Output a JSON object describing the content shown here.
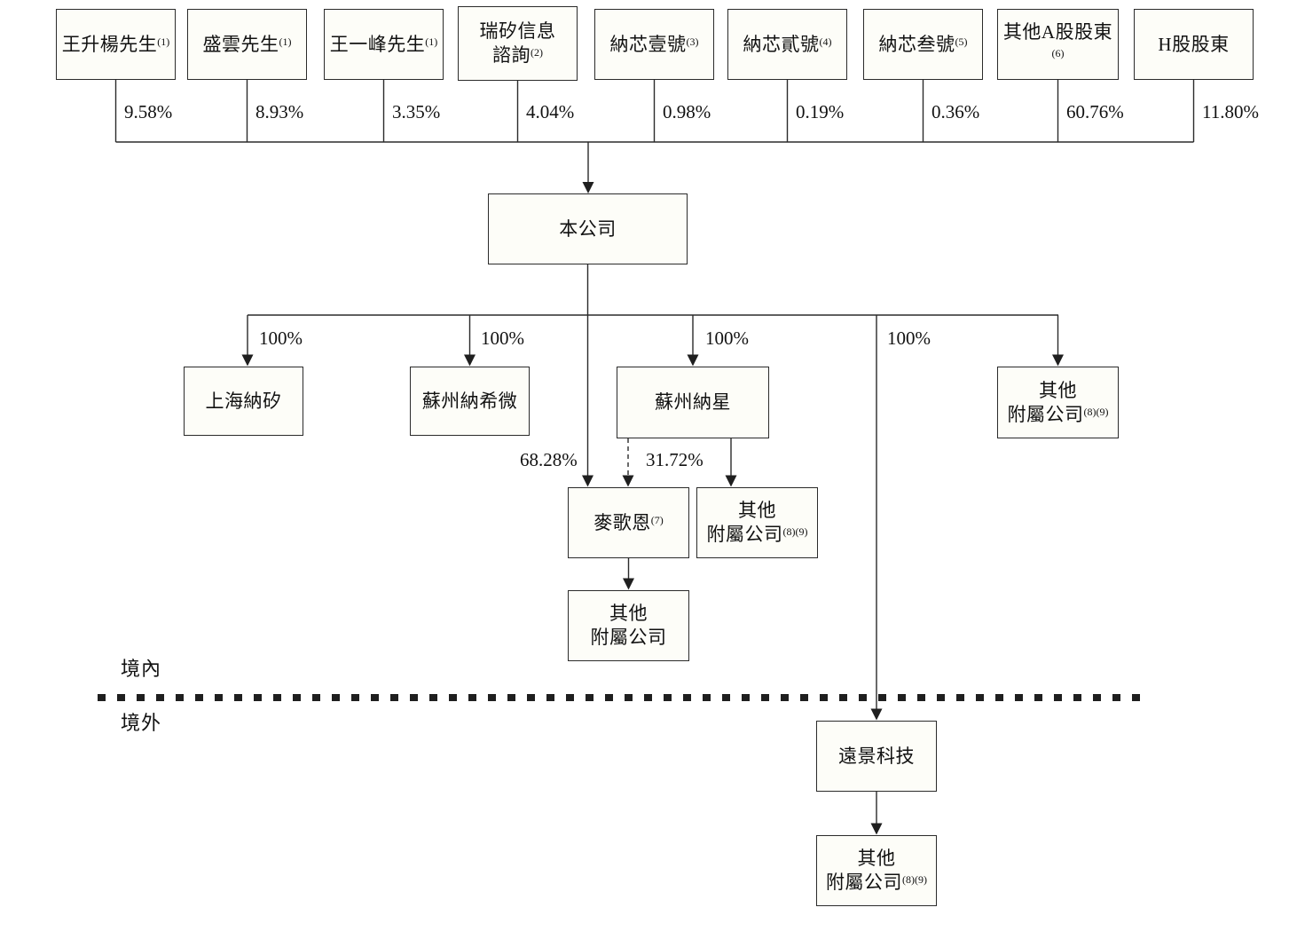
{
  "shareholders": [
    {
      "name": "王升楊先生",
      "sup": "(1)",
      "pct": "9.58%"
    },
    {
      "name": "盛雲先生",
      "sup": "(1)",
      "pct": "8.93%"
    },
    {
      "name": "王一峰先生",
      "sup": "(1)",
      "pct": "3.35%"
    },
    {
      "line1": "瑞矽信息",
      "line2": "諮詢",
      "sup": "(2)",
      "pct": "4.04%"
    },
    {
      "name": "納芯壹號",
      "sup": "(3)",
      "pct": "0.98%"
    },
    {
      "name": "納芯貳號",
      "sup": "(4)",
      "pct": "0.19%"
    },
    {
      "name": "納芯叁號",
      "sup": "(5)",
      "pct": "0.36%"
    },
    {
      "name": "其他A股股東",
      "sup": "(6)",
      "pct": "60.76%"
    },
    {
      "name": "H股股東",
      "sup": "",
      "pct": "11.80%"
    }
  ],
  "company": {
    "name": "本公司"
  },
  "subsidiaries": {
    "shanghai_naxi": {
      "name": "上海納矽",
      "pct": "100%"
    },
    "suzhou_naxiwei": {
      "name": "蘇州納希微",
      "pct": "100%"
    },
    "suzhou_naxing": {
      "name": "蘇州納星",
      "pct": "100%"
    },
    "other_right": {
      "line1": "其他",
      "line2": "附屬公司",
      "sup": "(8)(9)"
    },
    "magen": {
      "name": "麥歌恩",
      "sup": "(7)",
      "pct_from_company": "68.28%",
      "pct_from_naxing": "31.72%"
    },
    "other_mid": {
      "line1": "其他",
      "line2": "附屬公司",
      "sup": "(8)(9)"
    },
    "other_under_magen": {
      "line1": "其他",
      "line2": "附屬公司"
    },
    "envision": {
      "name": "遠景科技",
      "pct": "100%"
    },
    "other_offshore": {
      "line1": "其他",
      "line2": "附屬公司",
      "sup": "(8)(9)"
    }
  },
  "region_labels": {
    "onshore": "境內",
    "offshore": "境外"
  },
  "colors": {
    "line": "#2b2b2b",
    "box_fill": "#fdfdf8",
    "text": "#111111"
  }
}
